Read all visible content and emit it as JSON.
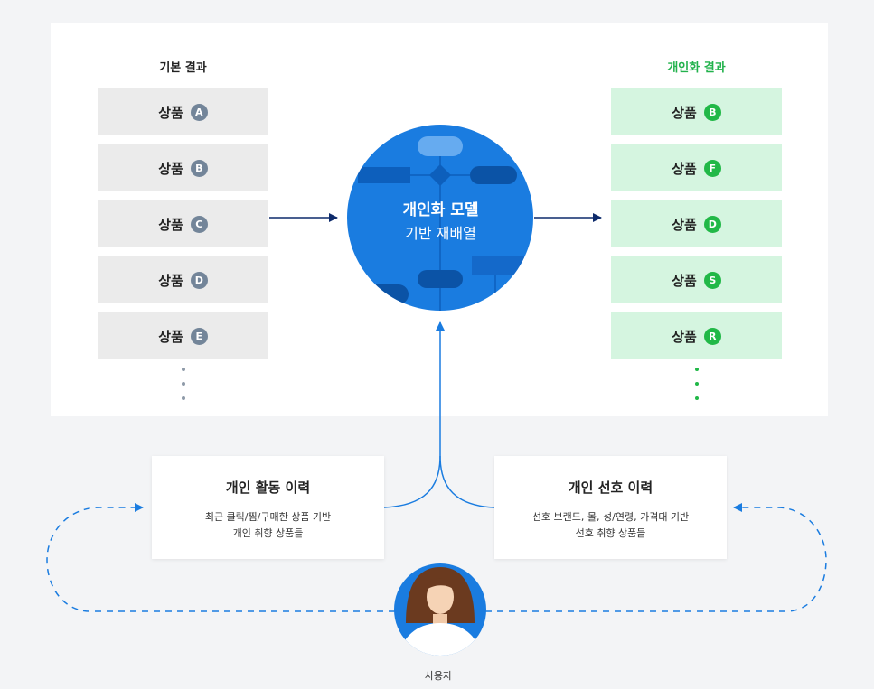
{
  "base_column": {
    "title": "기본 결과",
    "items": [
      {
        "label": "상품",
        "badge": "A"
      },
      {
        "label": "상품",
        "badge": "B"
      },
      {
        "label": "상품",
        "badge": "C"
      },
      {
        "label": "상품",
        "badge": "D"
      },
      {
        "label": "상품",
        "badge": "E"
      }
    ]
  },
  "personalized_column": {
    "title": "개인화 결과",
    "items": [
      {
        "label": "상품",
        "badge": "B"
      },
      {
        "label": "상품",
        "badge": "F"
      },
      {
        "label": "상품",
        "badge": "D"
      },
      {
        "label": "상품",
        "badge": "S"
      },
      {
        "label": "상품",
        "badge": "R"
      }
    ]
  },
  "model": {
    "title": "개인화 모델",
    "subtitle": "기반 재배열"
  },
  "activity_card": {
    "title": "개인 활동 이력",
    "line1": "최근 클릭/찜/구매한 상품 기반",
    "line2": "개인 취향 상품들"
  },
  "preference_card": {
    "title": "개인 선호 이력",
    "line1": "선호 브랜드, 몰, 성/연령, 가격대 기반",
    "line2": "선호 취향 상품들"
  },
  "user": {
    "label": "사용자"
  },
  "colors": {
    "accent_blue": "#1a7ce0",
    "dark_arrow": "#0d2a6b",
    "green": "#21b847",
    "grey_badge": "#738599"
  }
}
